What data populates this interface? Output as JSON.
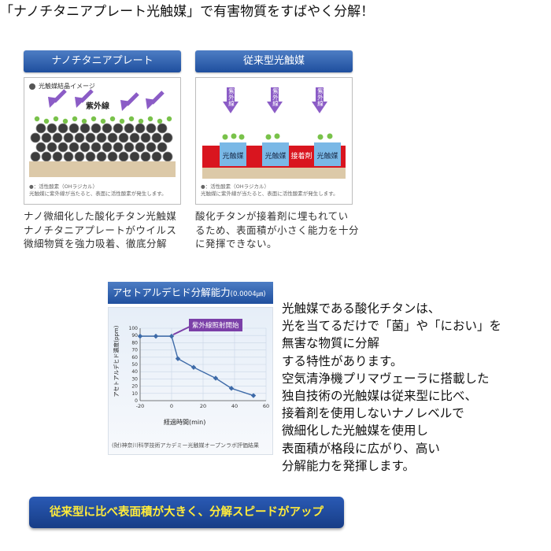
{
  "headline": "「ナノチタニアプレート光触媒」で有害物質をすばやく分解！",
  "left_panel": {
    "title": "ナノチタニアプレート",
    "legend": "光触媒結晶イメージ",
    "uv_label": "紫外線",
    "footnote_1": "●：活性酸素（OHラジカル）",
    "footnote_2": "光触媒に紫外線が当たると、表面に活性酸素が発生します。",
    "desc_lines": [
      "ナノ微細化した酸化チタン光触媒",
      "ナノチタニアプレートがウイルス",
      "微細物質を強力吸着、徹底分解"
    ]
  },
  "right_panel": {
    "title": "従来型光触媒",
    "uv_label": "紫外線",
    "cell_label": "光触媒",
    "adhesive_label": "接着剤",
    "footnote_1": "●：活性酸素（OHラジカル）",
    "footnote_2": "光触媒に紫外線が当たると、表面に活性酸素が発生します。",
    "desc_lines": [
      "酸化チタンが接着剤に埋もれてい",
      "るため、表面積が小さく能力を十分",
      "に発揮できない。"
    ]
  },
  "chart": {
    "header": "アセトアルデヒド分解能力",
    "header_unit": "(0.0004㎛)",
    "annotation": "紫外線照射開始",
    "source": "(財)神奈川科学技術アカデミー光触媒オープンラボ評価結果"
  },
  "chart_data": {
    "type": "line",
    "xlabel": "経過時間(min)",
    "ylabel": "アセトアルデヒド濃度(ppm)",
    "xlim": [
      -20,
      60
    ],
    "ylim": [
      0,
      100
    ],
    "xticks": [
      "-20",
      "0",
      "20",
      "40",
      "60"
    ],
    "yticks": [
      "0",
      "10",
      "20",
      "30",
      "40",
      "50",
      "60",
      "70",
      "80",
      "90",
      "100"
    ],
    "x": [
      -20,
      -10,
      0,
      4,
      14,
      28,
      38,
      52
    ],
    "y": [
      89,
      89,
      89,
      58,
      46,
      31,
      17,
      7
    ],
    "color": "#3d6aa8"
  },
  "right_text_lines": [
    "光触媒である酸化チタンは、",
    "光を当てるだけで「菌」や「におい」を",
    "無害な物質に分解",
    "する特性があります。",
    "空気清浄機プリマヴェーラに搭載した",
    "独自技術の光触媒は従来型に比べ、",
    "接着剤を使用しないナノレベルで",
    "微細化した光触媒を使用し",
    "表面積が格段に広がり、高い",
    "分解能力を発揮します。"
  ],
  "bottom_banner": "従来型に比べ表面積が大きく、分解スピードがアップ",
  "colors": {
    "header_blue": "#1f4f9e",
    "uv_purple": "#8b5cc6",
    "radical_green": "#79c24a",
    "adhesive_red": "#d9151f",
    "cell_blue": "#7ab8e6",
    "base_tan": "#dcc9a8",
    "banner_text": "#ffeb3b"
  }
}
